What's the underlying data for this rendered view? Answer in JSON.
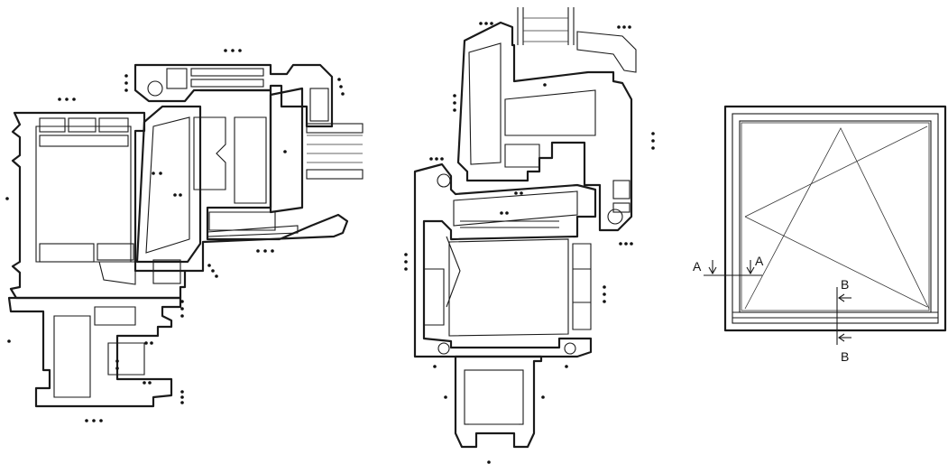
{
  "section_labels": {
    "a_left": "A",
    "a_right": "A",
    "b_top": "B",
    "b_bottom": "B"
  }
}
